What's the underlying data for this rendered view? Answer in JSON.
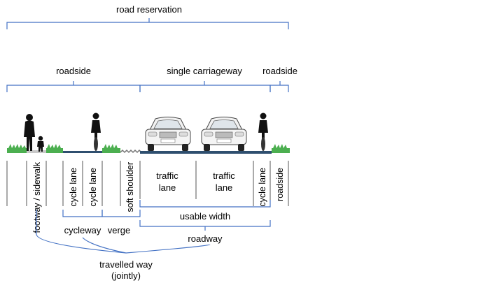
{
  "labels": {
    "road_reservation": "road reservation",
    "roadside_left": "roadside",
    "single_carriageway": "single carriageway",
    "roadside_right": "roadside",
    "footway_sidewalk": "footway / sidewalk",
    "cycle_lane_1": "cycle lane",
    "cycle_lane_2": "cycle lane",
    "soft_shoulder": "soft shoulder",
    "traffic_lane_1_line1": "traffic",
    "traffic_lane_1_line2": "lane",
    "traffic_lane_2_line1": "traffic",
    "traffic_lane_2_line2": "lane",
    "cycle_lane_3": "cycle lane",
    "roadside_vertical": "roadside",
    "cycleway": "cycleway",
    "verge": "verge",
    "usable_width": "usable width",
    "roadway": "roadway",
    "travelled_way_line1": "travelled way",
    "travelled_way_line2": "(jointly)"
  },
  "colors": {
    "bracket": "#4472c4",
    "grass": "#4caf50",
    "road": "#2f4f6f",
    "figure": "#111111"
  }
}
